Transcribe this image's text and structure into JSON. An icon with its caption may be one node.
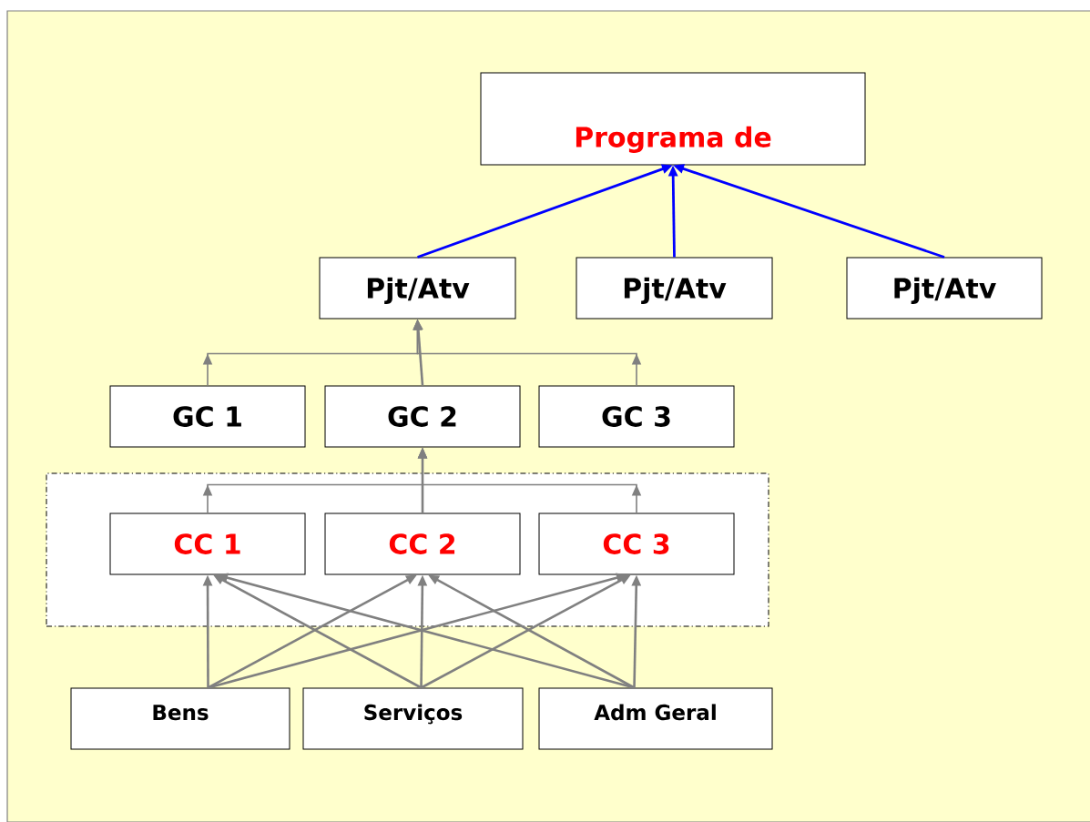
{
  "diagram": {
    "nodes": [
      {
        "text": [
          "Programa de"
        ]
      },
      {
        "text": [
          "Pjt/Atv"
        ]
      },
      {
        "text": [
          "Pjt/Atv"
        ]
      },
      {
        "text": [
          "Pjt/Atv"
        ]
      },
      {
        "text": [
          "GC 1"
        ]
      },
      {
        "text": [
          "GC 2"
        ]
      },
      {
        "text": [
          "GC 3"
        ]
      },
      {
        "text": [],
        "shape": "box"
      },
      {
        "text": [
          "CC 1"
        ],
        "in": 7
      },
      {
        "text": [
          "CC 2"
        ],
        "in": 7
      },
      {
        "text": [
          "CC 3"
        ],
        "in": 7
      },
      {
        "text": [
          "Bens"
        ]
      },
      {
        "text": [
          "Serviços"
        ]
      },
      {
        "text": [
          "Adm Geral"
        ]
      }
    ],
    "edges": [
      {
        "from": 1,
        "to": 0,
        "arrow": "to",
        "color": "#0000ff"
      },
      {
        "from": 2,
        "to": 0,
        "arrow": "to",
        "color": "#0000ff"
      },
      {
        "from": 3,
        "to": 0,
        "arrow": "to",
        "color": "#0000ff"
      },
      {
        "from": 4,
        "to": 1,
        "arrow": "to"
      },
      {
        "from": 5,
        "to": 1,
        "arrow": "to"
      },
      {
        "from": 6,
        "to": 1,
        "arrow": "to"
      },
      {
        "from": 8,
        "to": 5,
        "arrow": "to"
      },
      {
        "from": 9,
        "to": 5,
        "arrow": "to"
      },
      {
        "from": 10,
        "to": 5,
        "arrow": "to"
      },
      {
        "from": 11,
        "to": 8,
        "arrow": "to"
      },
      {
        "from": 11,
        "to": 9,
        "arrow": "to"
      },
      {
        "from": 11,
        "to": 10,
        "arrow": "to"
      },
      {
        "from": 12,
        "to": 8,
        "arrow": "to"
      },
      {
        "from": 12,
        "to": 9,
        "arrow": "to"
      },
      {
        "from": 12,
        "to": 10,
        "arrow": "to"
      },
      {
        "from": 13,
        "to": 8,
        "arrow": "to"
      },
      {
        "from": 13,
        "to": 9,
        "arrow": "to"
      },
      {
        "from": 13,
        "to": 10,
        "arrow": "to"
      }
    ]
  }
}
